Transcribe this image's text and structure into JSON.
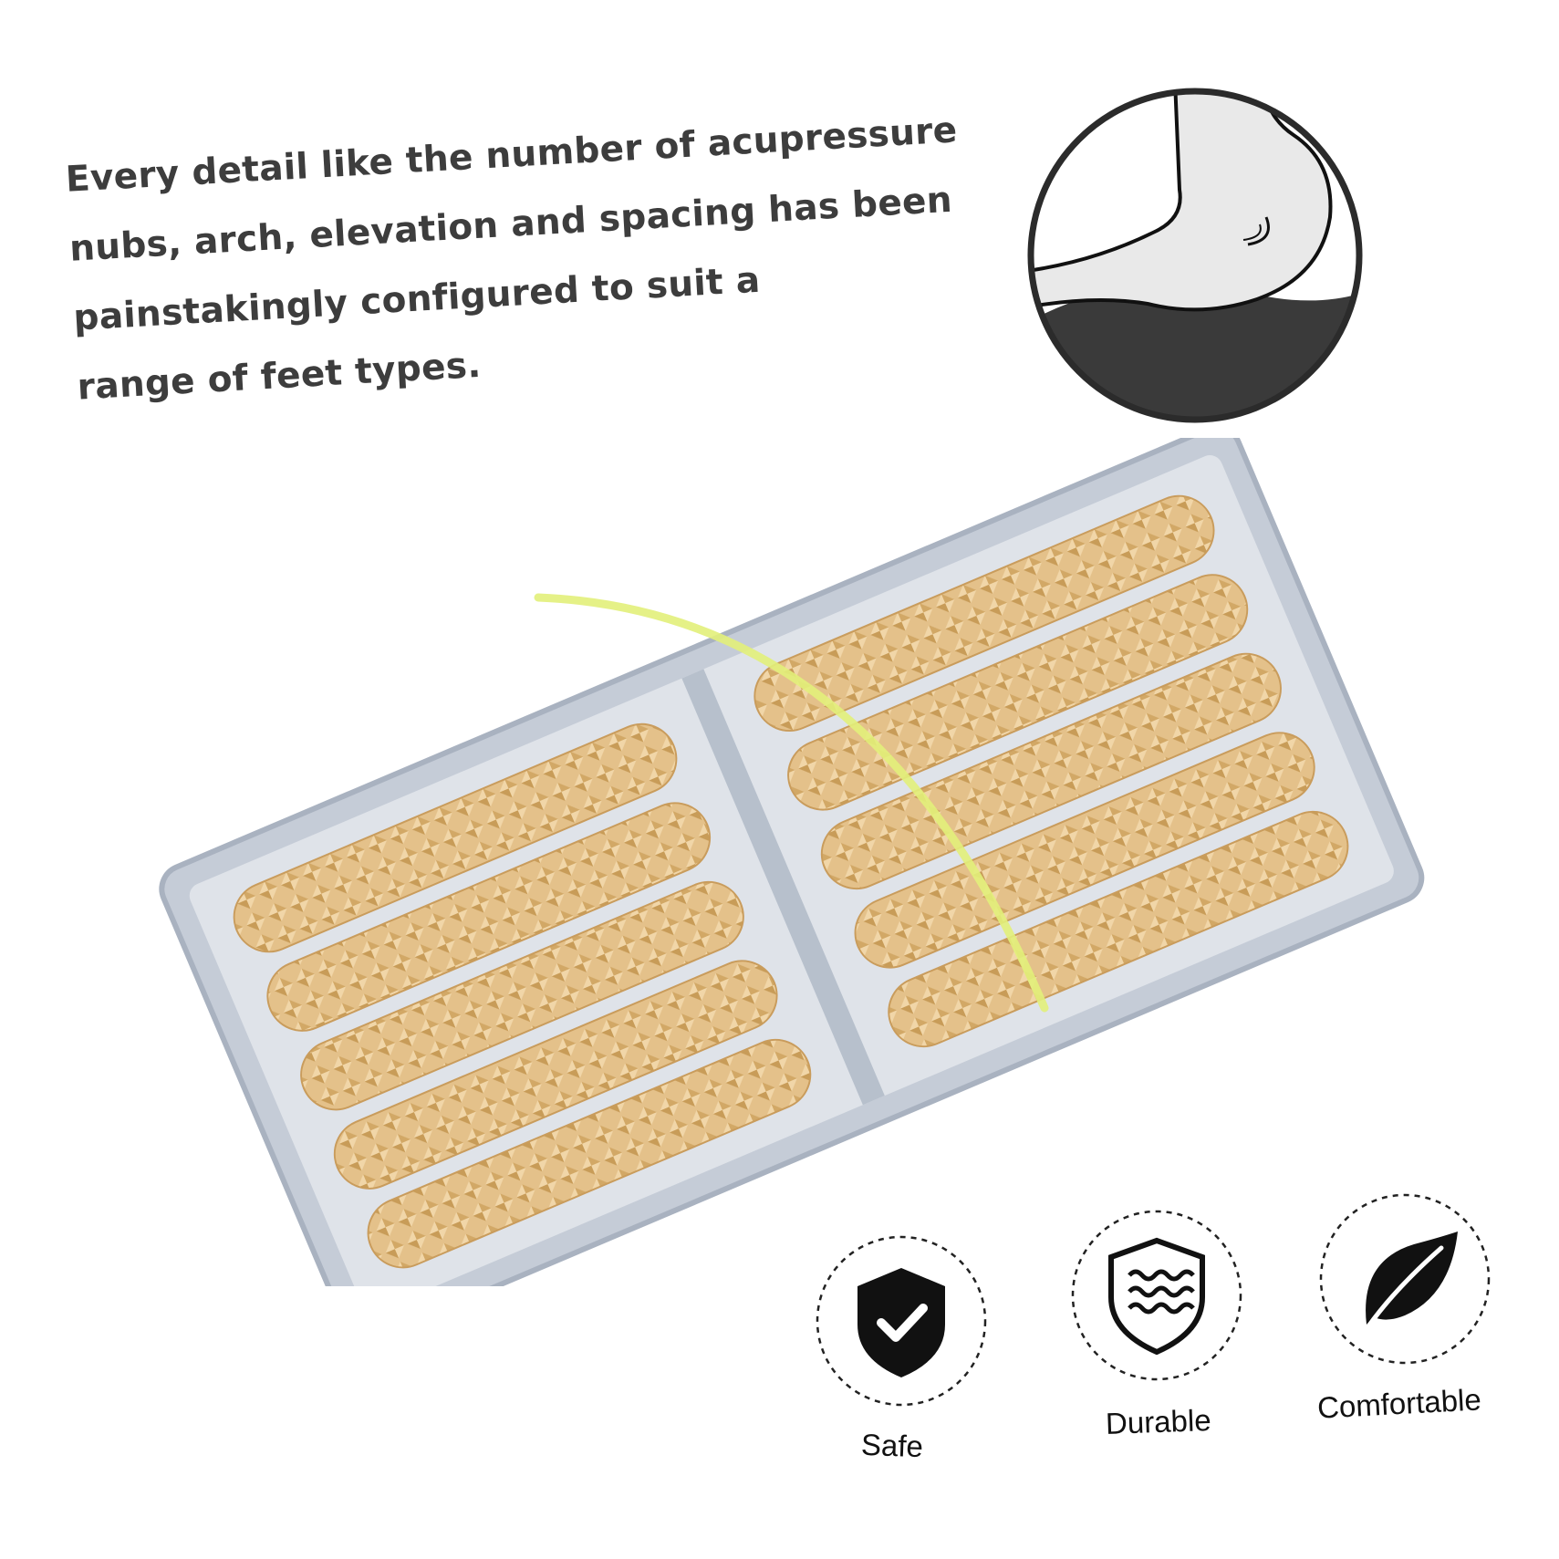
{
  "headline": {
    "lines": [
      "Every detail like the number of acupressure",
      "nubs, arch, elevation and spacing has been",
      "painstakingly configured to suit a",
      "range of feet types."
    ]
  },
  "features": [
    {
      "label": "Safe",
      "icon": "shield-check-icon"
    },
    {
      "label": "Durable",
      "icon": "shield-waves-icon"
    },
    {
      "label": "Comfortable",
      "icon": "leaf-icon"
    }
  ],
  "colors": {
    "text": "#3d3d3d",
    "frame": "#c3cbd6",
    "roller": "#e6c38d",
    "accent": "#e2f07a",
    "icon": "#111111"
  }
}
